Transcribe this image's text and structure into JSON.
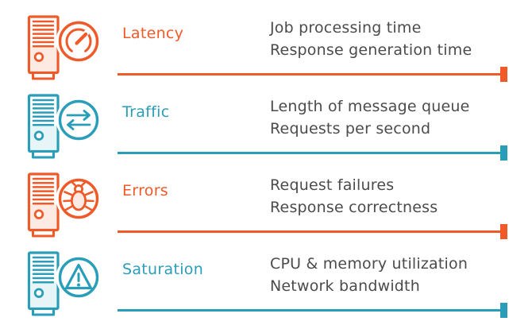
{
  "colors": {
    "orange": "#f05a28",
    "teal": "#2a9db8",
    "text": "#4b4b4d",
    "orange_tint": "#fdeae3",
    "teal_tint": "#e7f4f8"
  },
  "rows": [
    {
      "id": "latency",
      "label": "Latency",
      "color": "orange",
      "icon": "server-gauge-icon",
      "lines": [
        "Job processing time",
        "Response generation time"
      ]
    },
    {
      "id": "traffic",
      "label": "Traffic",
      "color": "teal",
      "icon": "server-exchange-arrows-icon",
      "lines": [
        "Length of message queue",
        "Requests per second"
      ]
    },
    {
      "id": "errors",
      "label": "Errors",
      "color": "orange",
      "icon": "server-bug-icon",
      "lines": [
        "Request failures",
        "Response correctness"
      ]
    },
    {
      "id": "saturation",
      "label": "Saturation",
      "color": "teal",
      "icon": "server-warning-icon",
      "lines": [
        "CPU & memory utilization",
        "Network bandwidth"
      ]
    }
  ]
}
